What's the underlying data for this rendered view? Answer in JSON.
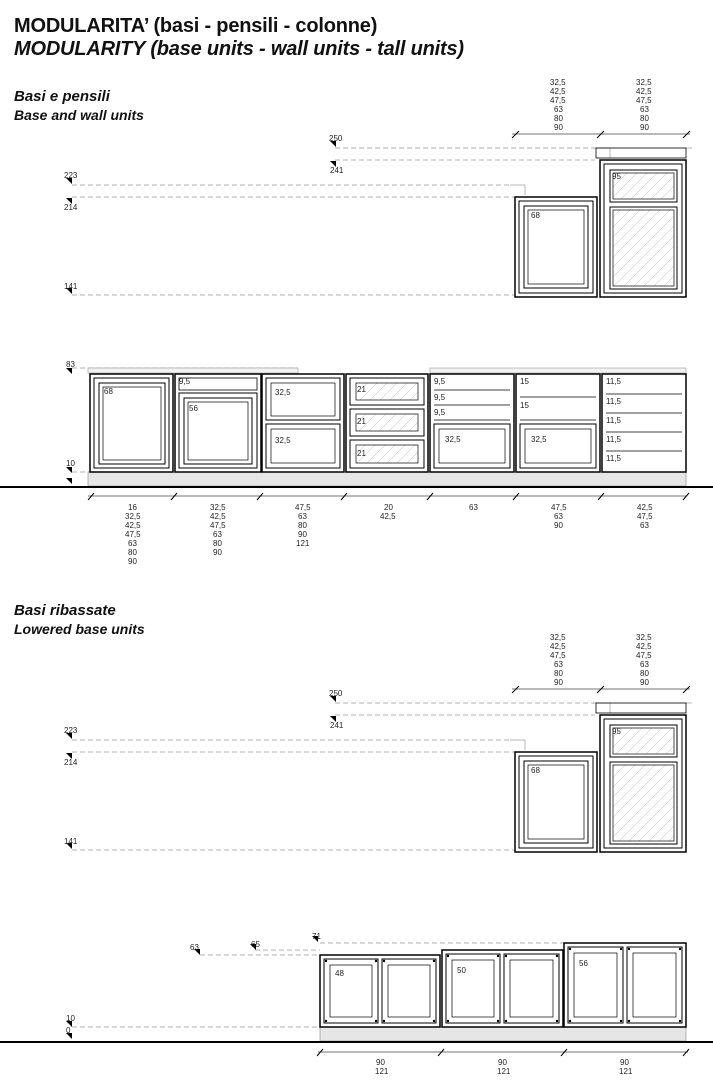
{
  "title": {
    "it": "MODULARITA’ (basi - pensili - colonne)",
    "en": "MODULARITY (base units - wall units - tall units)"
  },
  "section1": {
    "it": "Basi e pensili",
    "en": "Base and wall units",
    "heights": {
      "h250": "250",
      "h241": "241",
      "h223": "223",
      "h214": "214",
      "h141": "141",
      "h83": "83",
      "h10": "10"
    },
    "wall_width_col1": [
      "32,5",
      "42,5",
      "47,5",
      "63",
      "80",
      "90"
    ],
    "wall_width_col2": [
      "32,5",
      "42,5",
      "47,5",
      "63",
      "80",
      "90"
    ],
    "wall_labels": {
      "w68": "68",
      "w95": "95"
    },
    "base_labels": [
      "68",
      "9,5",
      "56",
      "32,5",
      "32,5",
      "21",
      "21",
      "21",
      "9,5",
      "9,5",
      "9,5",
      "32,5",
      "15",
      "15",
      "32,5",
      "11,5",
      "11,5",
      "11,5",
      "11,5",
      "11,5"
    ],
    "base_widths": [
      [
        "16",
        "32,5",
        "42,5",
        "47,5",
        "63",
        "80",
        "90"
      ],
      [
        "32,5",
        "42,5",
        "47,5",
        "63",
        "80",
        "90"
      ],
      [
        "47,5",
        "63",
        "80",
        "90",
        "121"
      ],
      [
        "20",
        "42,5"
      ],
      [
        "63"
      ],
      [
        "47,5",
        "63",
        "90"
      ],
      [
        "42,5",
        "47,5",
        "63"
      ]
    ]
  },
  "section2": {
    "it": "Basi ribassate",
    "en": "Lowered base units",
    "heights": {
      "h250": "250",
      "h241": "241",
      "h223": "223",
      "h214": "214",
      "h141": "141",
      "h71": "71",
      "h65": "65",
      "h63": "63",
      "h10": "10",
      "h0": "0"
    },
    "wall_width_col1": [
      "32,5",
      "42,5",
      "47,5",
      "63",
      "80",
      "90"
    ],
    "wall_width_col2": [
      "32,5",
      "42,5",
      "47,5",
      "63",
      "80",
      "90"
    ],
    "wall_labels": {
      "w68": "68",
      "w95": "95"
    },
    "base_labels": [
      "48",
      "50",
      "56"
    ],
    "base_widths": [
      [
        "90",
        "121"
      ],
      [
        "90",
        "121"
      ],
      [
        "90",
        "121"
      ]
    ]
  }
}
